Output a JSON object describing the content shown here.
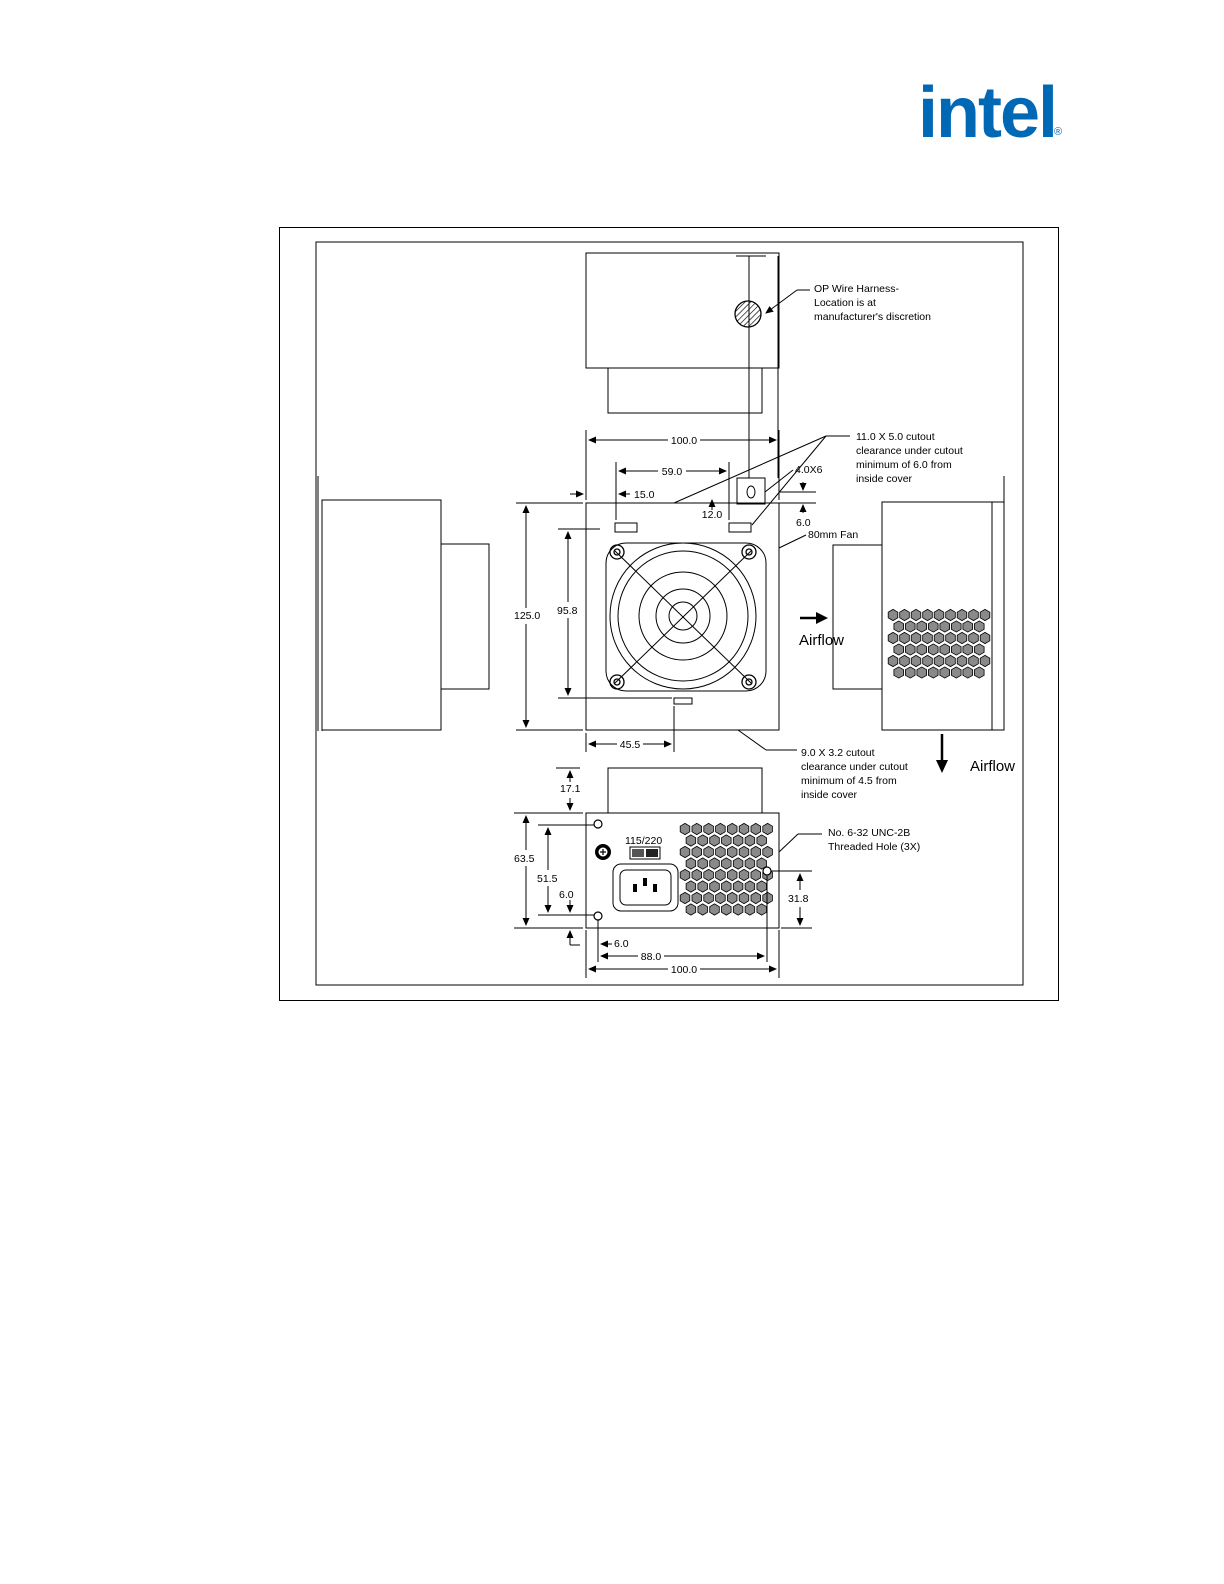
{
  "brand": {
    "logo_text": "intel",
    "logo_mark": "®",
    "color": "#0068b5"
  },
  "diagram": {
    "callouts": {
      "wire_harness": [
        "OP Wire Harness-",
        "Location is at",
        "manufacturer's discretion"
      ],
      "top_cutout": [
        "11.0 X 5.0 cutout",
        "clearance under cutout",
        "minimum of 6.0 from",
        "inside cover"
      ],
      "fan": "80mm Fan",
      "bottom_cutout": [
        "9.0 X 3.2 cutout",
        "clearance under cutout",
        "minimum of 4.5 from",
        "inside cover"
      ],
      "threaded_hole": [
        "No. 6-32 UNC-2B",
        "Threaded Hole (3X)"
      ]
    },
    "airflow_labels": [
      "Airflow",
      "Airflow"
    ],
    "voltage_switch": "115/220",
    "dimensions": {
      "top_width": "100.0",
      "fan_span": "59.0",
      "left_offset": "15.0",
      "top_offset": "12.0",
      "hole_size": "4.0X6",
      "hole_offset": "6.0",
      "height": "125.0",
      "fan_height": "95.8",
      "bottom_offset": "45.5",
      "front_clearance": "17.1",
      "rear_height": "63.5",
      "rear_hole_span": "51.5",
      "rear_bottom_offset": "6.0",
      "rear_right_hole": "31.8",
      "rear_left_offset": "6.0",
      "rear_hole_width": "88.0",
      "rear_width": "100.0"
    }
  }
}
